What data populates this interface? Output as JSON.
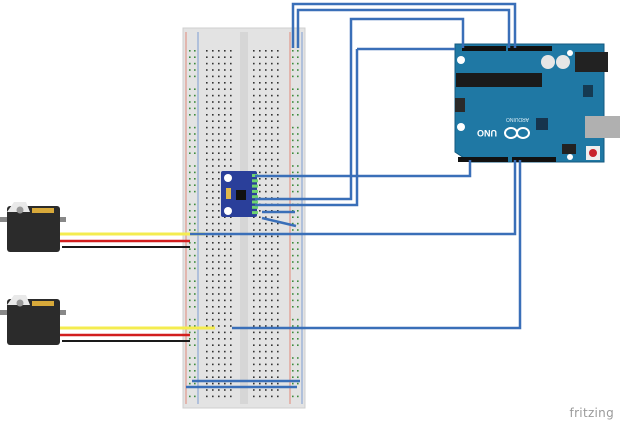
{
  "diagram": {
    "type": "breadboard-wiring",
    "components": {
      "arduino": {
        "name": "Arduino Uno",
        "model_label": "UNO",
        "brand_label": "ARDUINO",
        "board_color": "#1f78a4"
      },
      "imu": {
        "name": "MPU-6050 module",
        "color": "#2a3f9a"
      },
      "servo_1": {
        "name": "Servo 1",
        "body_color": "#2b2b2b",
        "label_color": "#d8a93a"
      },
      "servo_2": {
        "name": "Servo 2",
        "body_color": "#2b2b2b",
        "label_color": "#d8a93a"
      },
      "breadboard": {
        "name": "Half-size breadboard"
      }
    },
    "wires": {
      "jumper_color": "#3a6fb8",
      "signal_color": "#f4ec4f",
      "power_color": "#d21e1e",
      "ground_color": "#1a1a1a"
    },
    "watermark": "fritzing"
  }
}
